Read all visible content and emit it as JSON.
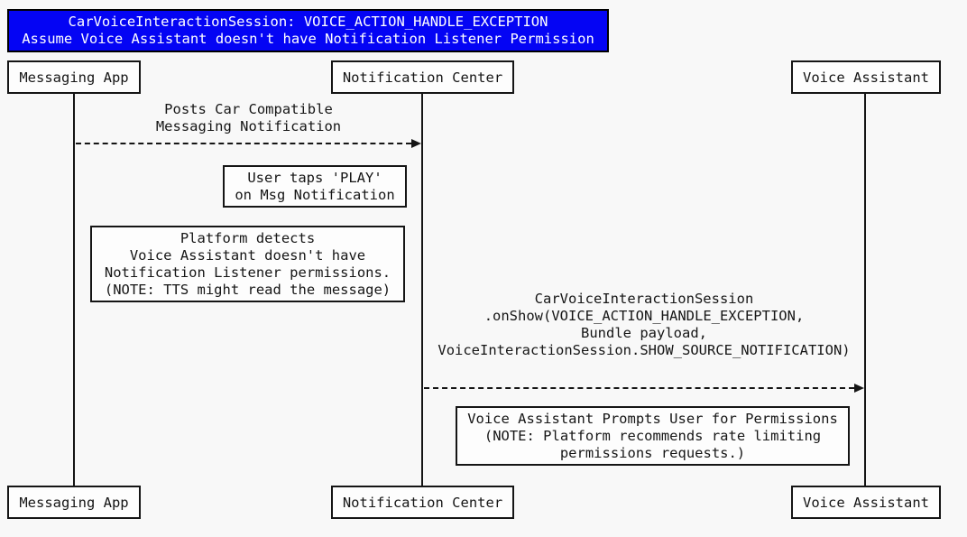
{
  "diagram_type": "sequence-diagram",
  "title": {
    "line1": "CarVoiceInteractionSession: VOICE_ACTION_HANDLE_EXCEPTION",
    "line2": "Assume Voice Assistant doesn't have Notification Listener Permission"
  },
  "actors": {
    "messaging_app": "Messaging App",
    "notification_center": "Notification Center",
    "voice_assistant": "Voice Assistant"
  },
  "messages": {
    "post_notification": {
      "from": "Messaging App",
      "to": "Notification Center",
      "arrow_style": "dashed",
      "lines": [
        "Posts Car Compatible",
        "Messaging Notification"
      ]
    },
    "on_show": {
      "from": "Notification Center",
      "to": "Voice Assistant",
      "arrow_style": "dashed",
      "lines": [
        "CarVoiceInteractionSession",
        ".onShow(VOICE_ACTION_HANDLE_EXCEPTION,",
        "Bundle payload,",
        "VoiceInteractionSession.SHOW_SOURCE_NOTIFICATION)"
      ]
    }
  },
  "notes": {
    "user_taps": {
      "lines": [
        "User taps 'PLAY'",
        "on Msg Notification"
      ]
    },
    "platform_detects": {
      "lines": [
        "Platform detects",
        "Voice Assistant doesn't have",
        "Notification Listener permissions.",
        "(NOTE: TTS might read the message)"
      ]
    },
    "prompt_permissions": {
      "lines": [
        "Voice Assistant Prompts User for Permissions",
        "(NOTE: Platform recommends rate limiting",
        "permissions requests.)"
      ]
    }
  },
  "colors": {
    "background": "#f8f8f8",
    "title_background": "#0404f4",
    "title_text": "#ffffff",
    "box_fill": "#fdfdfd",
    "line_color": "#151515",
    "text_color": "#161616"
  }
}
